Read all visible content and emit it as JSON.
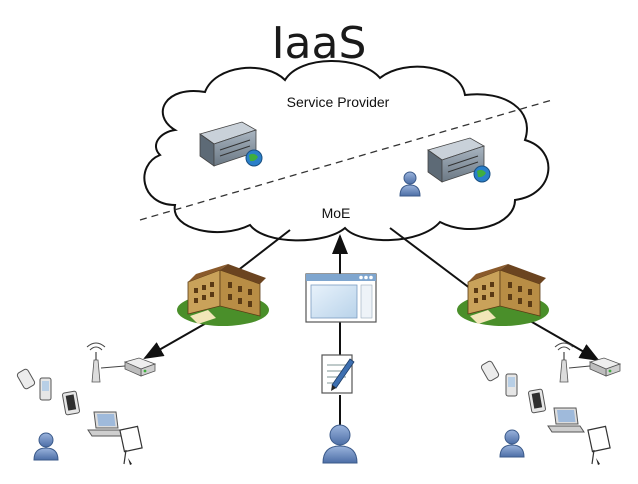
{
  "diagram": {
    "title": "IaaS",
    "cloud_label": "Service Provider",
    "gateway_label": "MoE"
  },
  "icons": [
    "cloud-icon",
    "server-icon",
    "user-icon",
    "school-building-icon",
    "browser-window-icon",
    "document-edit-icon",
    "wireless-access-point-icon",
    "network-device-icon",
    "mobile-phone-icon",
    "tablet-icon",
    "laptop-icon",
    "presentation-board-icon"
  ],
  "colors": {
    "server_body": "#8a98a6",
    "building_roof": "#8a5a2b",
    "building_wall": "#c9a25a",
    "lawn": "#4a8f2a",
    "user": "#6f8fc2"
  }
}
